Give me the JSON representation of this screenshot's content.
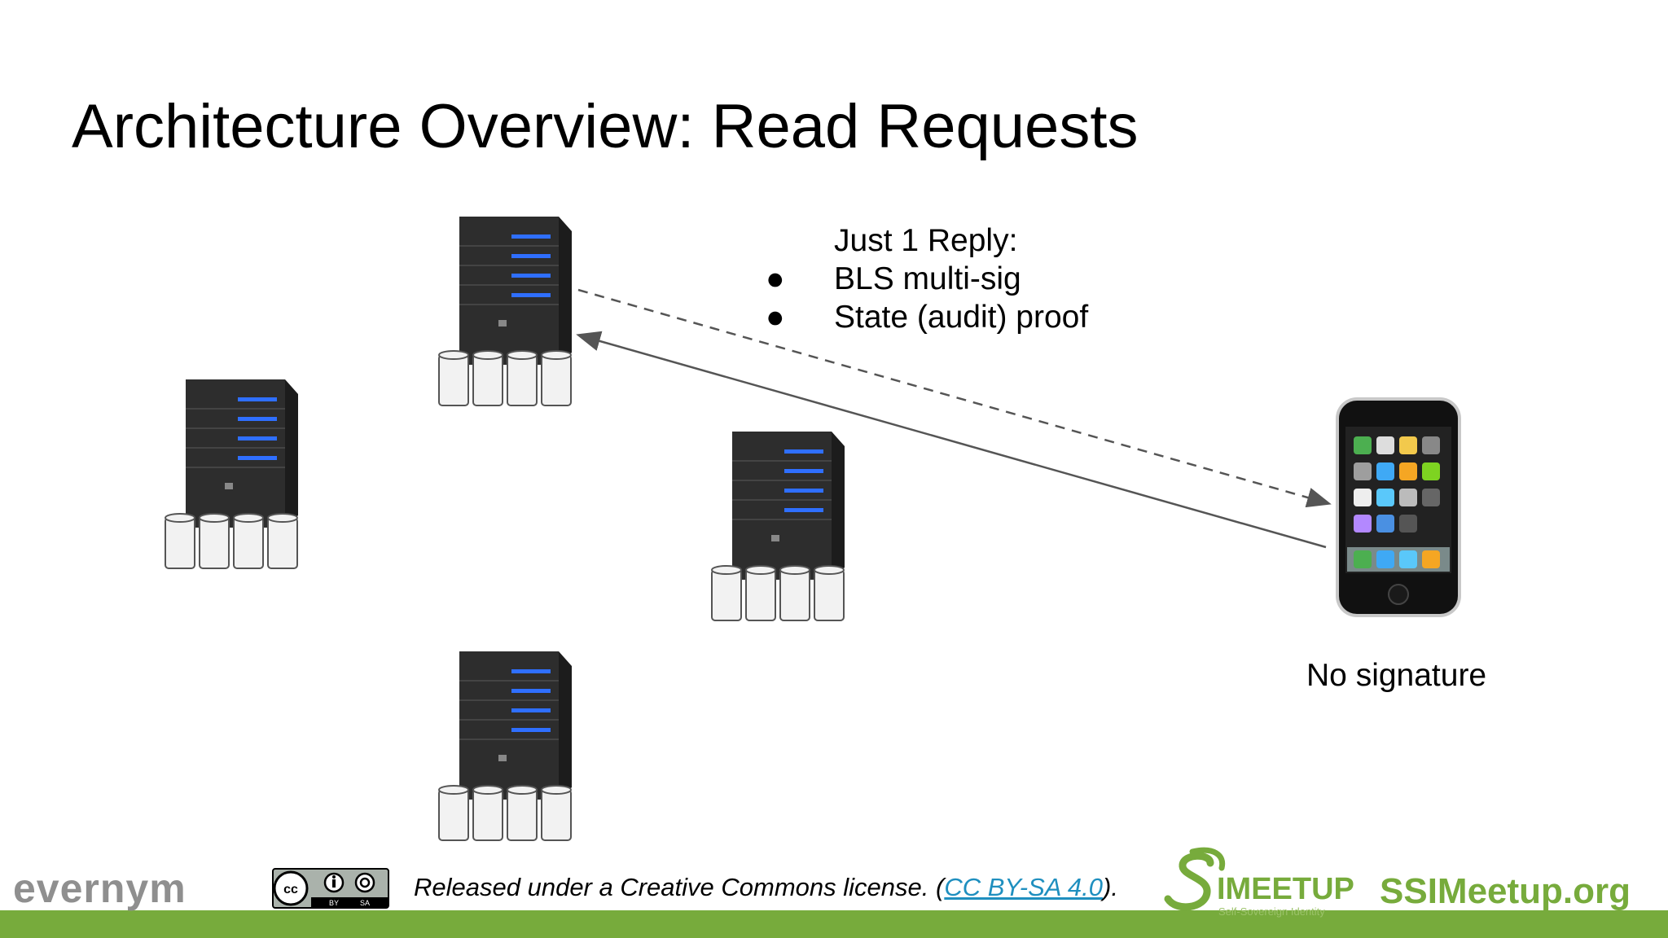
{
  "slide": {
    "title": "Architecture Overview: Read Requests"
  },
  "reply": {
    "heading": "Just 1 Reply:",
    "bullets": [
      "BLS multi-sig",
      "State (audit) proof"
    ],
    "bullet_glyph": "●"
  },
  "client": {
    "label": "No signature"
  },
  "footer": {
    "brand_left": "evernym",
    "license_prefix": "Released under a Creative Commons license. (",
    "license_link": "CC BY-SA 4.0",
    "license_suffix": ").",
    "cc_badge_labels": [
      "BY",
      "SA"
    ],
    "ssi_logo_text": "IMEETUP",
    "ssi_logo_tagline": "Self-Sovereign Identity",
    "ssi_site": "SSIMeetup.org"
  },
  "colors": {
    "accent_green": "#77ab3c",
    "server_body": "#2a2a2a",
    "server_light": "#2f6fff",
    "arrow": "#555555"
  }
}
